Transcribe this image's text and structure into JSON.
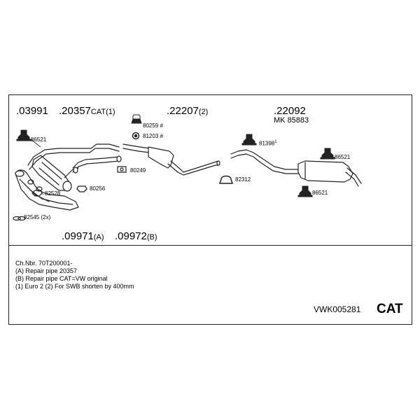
{
  "parts": {
    "p03991": ".03991",
    "p20357": ".20357",
    "p20357_suffix": "CAT(1)",
    "p22207": ".22207",
    "p22207_suffix": "(2)",
    "p22092": ".22092",
    "mk": "MK",
    "mk_num": "85883",
    "p09971": ".09971",
    "p09971_suffix": "(A)",
    "p09972": ".09972",
    "p09972_suffix": "(B)"
  },
  "accessories": {
    "a86521_left": "86521",
    "a82528": "82528",
    "a82545": "82545 (2x)",
    "a80256": "80256",
    "a80259": "80259 #",
    "a81203": "81203 #",
    "a80249": "80249",
    "a82312": "82312",
    "a81398": "81398",
    "a81398_sup": "1",
    "a86521_right_top": "86521",
    "a86521_right_bottom": "86521"
  },
  "notes": {
    "line1": "Ch.Nbr. 70T200001-",
    "line2": "(A) Repair pipe 20357",
    "line3": "(B) Repair pipe CAT=VW original",
    "line4": "(1) Euro 2 (2)  For SWB shorten by 400mm"
  },
  "footer": {
    "code": "VWK005281",
    "cat": "CAT"
  }
}
